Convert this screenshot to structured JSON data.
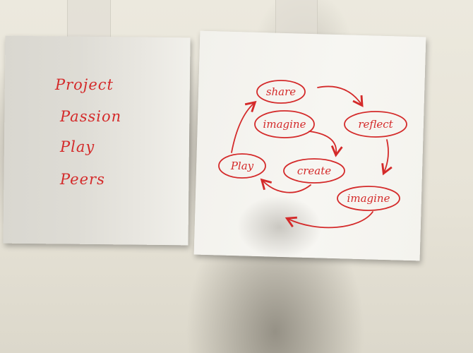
{
  "left_note": {
    "words": [
      "Project",
      "Passion",
      "Play",
      "Peers"
    ]
  },
  "right_note": {
    "nodes": {
      "share": "share",
      "imagine_top": "imagine",
      "reflect": "reflect",
      "play": "Play",
      "create": "create",
      "imagine_bottom": "imagine"
    }
  },
  "colors": {
    "marker": "#d42a2a",
    "paper": "#f6f5f1",
    "wall": "#e7e3d7"
  }
}
